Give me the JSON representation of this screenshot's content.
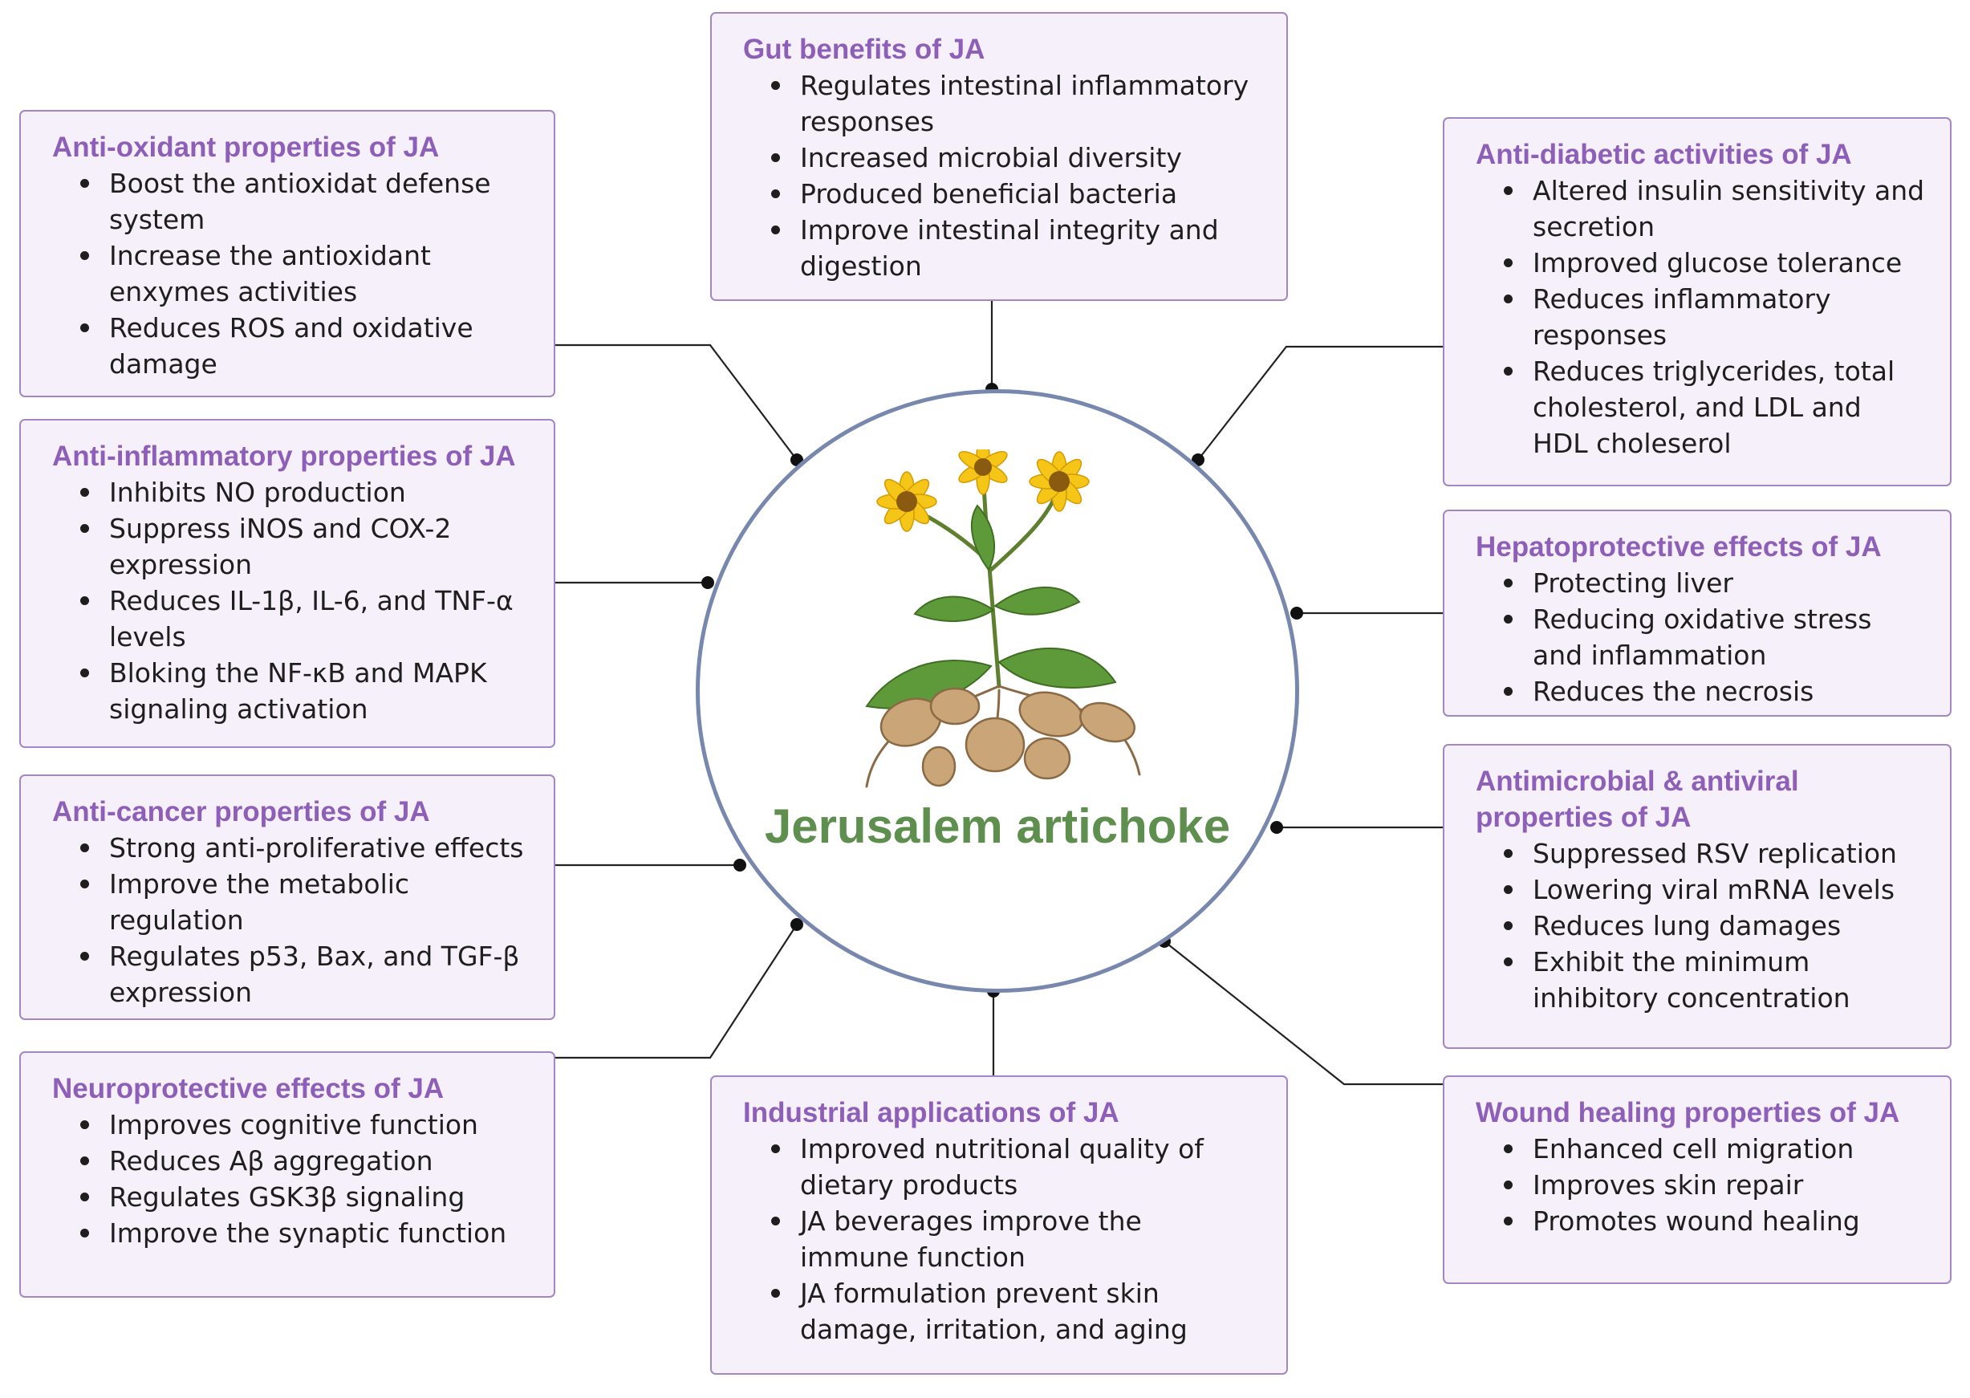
{
  "center_label": "Jerusalem artichoke",
  "colors": {
    "box_border": "#a287c4",
    "box_fill": "#f5f0f9",
    "title_text": "#8e5fb8",
    "circle_border": "#7887ad",
    "center_label": "#5f8f4f"
  },
  "boxes": {
    "gut": {
      "title": "Gut benefits of JA",
      "items": [
        [
          "Regulates intestinal inflammatory",
          "responses"
        ],
        [
          "Increased microbial diversity"
        ],
        [
          "Produced beneficial bacteria"
        ],
        [
          "Improve intestinal integrity and",
          "digestion"
        ]
      ]
    },
    "antioxidant": {
      "title": "Anti-oxidant properties of JA",
      "items": [
        [
          "Boost the antioxidat defense",
          "system"
        ],
        [
          "Increase the antioxidant",
          "enxymes activities"
        ],
        [
          "Reduces ROS and oxidative",
          "damage"
        ]
      ]
    },
    "antiinflammatory": {
      "title": "Anti-inflammatory properties of JA",
      "items": [
        [
          "Inhibits NO production"
        ],
        [
          "Suppress iNOS and COX-2",
          "expression"
        ],
        [
          "Reduces IL-1β, IL-6, and TNF-α",
          "levels"
        ],
        [
          "Bloking the NF-κB and MAPK",
          "signaling activation"
        ]
      ]
    },
    "anticancer": {
      "title": "Anti-cancer properties of JA",
      "items": [
        [
          "Strong anti-proliferative effects"
        ],
        [
          "Improve the metabolic",
          "regulation"
        ],
        [
          "Regulates p53, Bax, and TGF-β",
          "expression"
        ]
      ]
    },
    "neuro": {
      "title": "Neuroprotective effects of JA",
      "items": [
        [
          "Improves cognitive function"
        ],
        [
          "Reduces Aβ aggregation"
        ],
        [
          "Regulates GSK3β signaling"
        ],
        [
          "Improve the synaptic function"
        ]
      ]
    },
    "industrial": {
      "title": "Industrial applications of JA",
      "items": [
        [
          "Improved nutritional quality of",
          "dietary products"
        ],
        [
          "JA beverages improve the",
          "immune function"
        ],
        [
          "JA formulation prevent skin",
          "damage, irritation, and aging"
        ]
      ]
    },
    "antidiabetic": {
      "title": "Anti-diabetic activities of JA",
      "items": [
        [
          "Altered insulin sensitivity and",
          "secretion"
        ],
        [
          "Improved glucose tolerance"
        ],
        [
          "Reduces inflammatory",
          "responses"
        ],
        [
          "Reduces triglycerides, total",
          "cholesterol, and LDL and",
          "HDL choleserol"
        ]
      ]
    },
    "hepato": {
      "title": "Hepatoprotective effects of JA",
      "items": [
        [
          "Protecting liver"
        ],
        [
          "Reducing oxidative stress",
          "and inflammation"
        ],
        [
          "Reduces the necrosis"
        ]
      ]
    },
    "antimicrobial": {
      "title": "Antimicrobial & antiviral\nproperties of JA",
      "items": [
        [
          "Suppressed RSV replication"
        ],
        [
          "Lowering viral mRNA levels"
        ],
        [
          "Reduces lung damages"
        ],
        [
          "Exhibit the minimum",
          "inhibitory concentration"
        ]
      ]
    },
    "wound": {
      "title": "Wound healing properties of JA",
      "items": [
        [
          "Enhanced cell migration"
        ],
        [
          "Improves skin repair"
        ],
        [
          "Promotes wound healing"
        ]
      ]
    }
  }
}
